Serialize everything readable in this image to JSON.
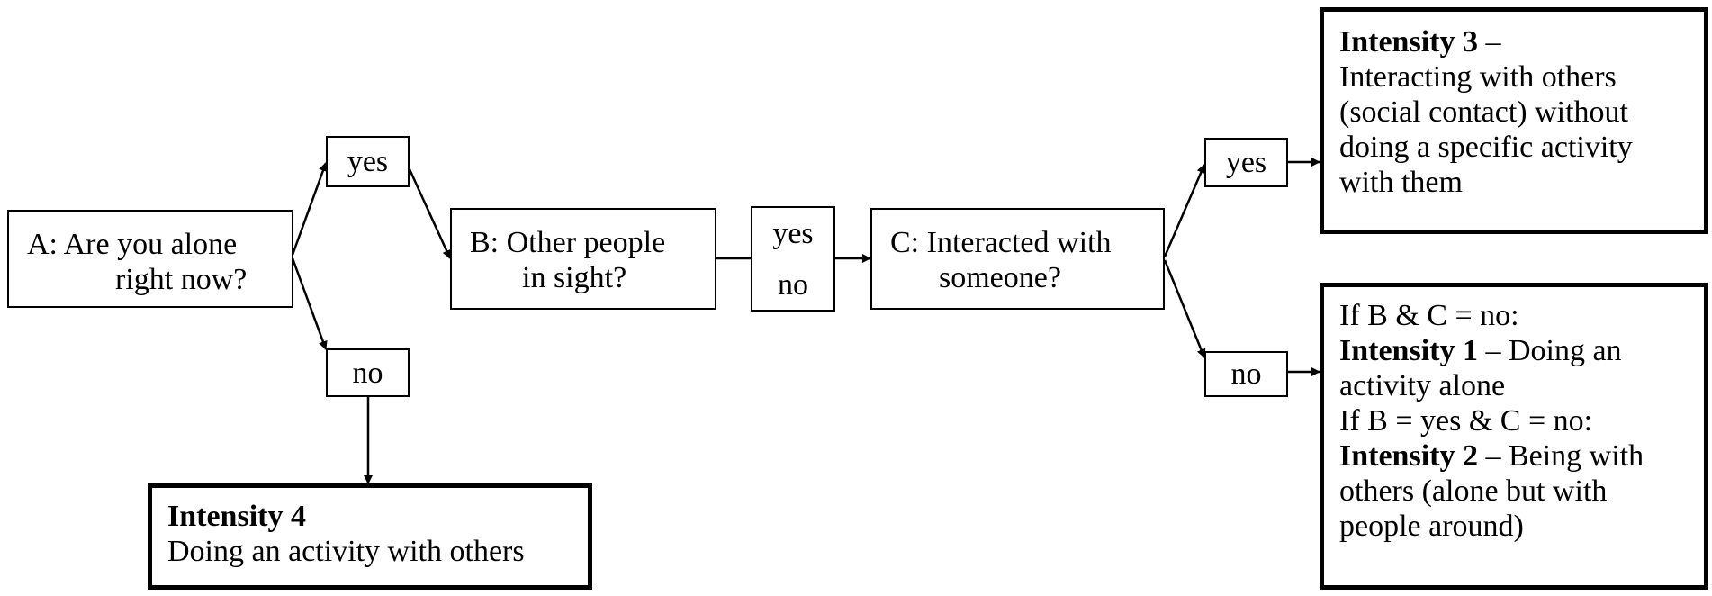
{
  "diagram": {
    "box_a": {
      "line1": "A:  Are you alone",
      "line2": "right now?"
    },
    "box_b": {
      "line1": "B:  Other people",
      "line2": "in sight?"
    },
    "box_c": {
      "line1": "C:  Interacted with",
      "line2": "someone?"
    },
    "a_yes": "yes",
    "a_no": "no",
    "b_yes": "yes",
    "b_no": "no",
    "c_yes": "yes",
    "c_no": "no",
    "intensity4": {
      "title": "Intensity 4",
      "desc": "Doing an activity with others"
    },
    "intensity3": {
      "title": "Intensity 3",
      "dash": " –",
      "lines": [
        "Interacting with others",
        "(social contact) without",
        "doing a specific activity",
        "with them"
      ]
    },
    "intensity12": {
      "cond1": "If B & C = no:",
      "i1_title": "Intensity 1",
      "i1_rest": " – Doing an",
      "i1_line2": "activity alone",
      "cond2": "If B = yes & C = no:",
      "i2_title": "Intensity 2",
      "i2_rest": " – Being with",
      "i2_line2": "others (alone but with",
      "i2_line3": "people around)"
    },
    "colors": {
      "stroke": "#000000",
      "background": "#ffffff"
    }
  }
}
